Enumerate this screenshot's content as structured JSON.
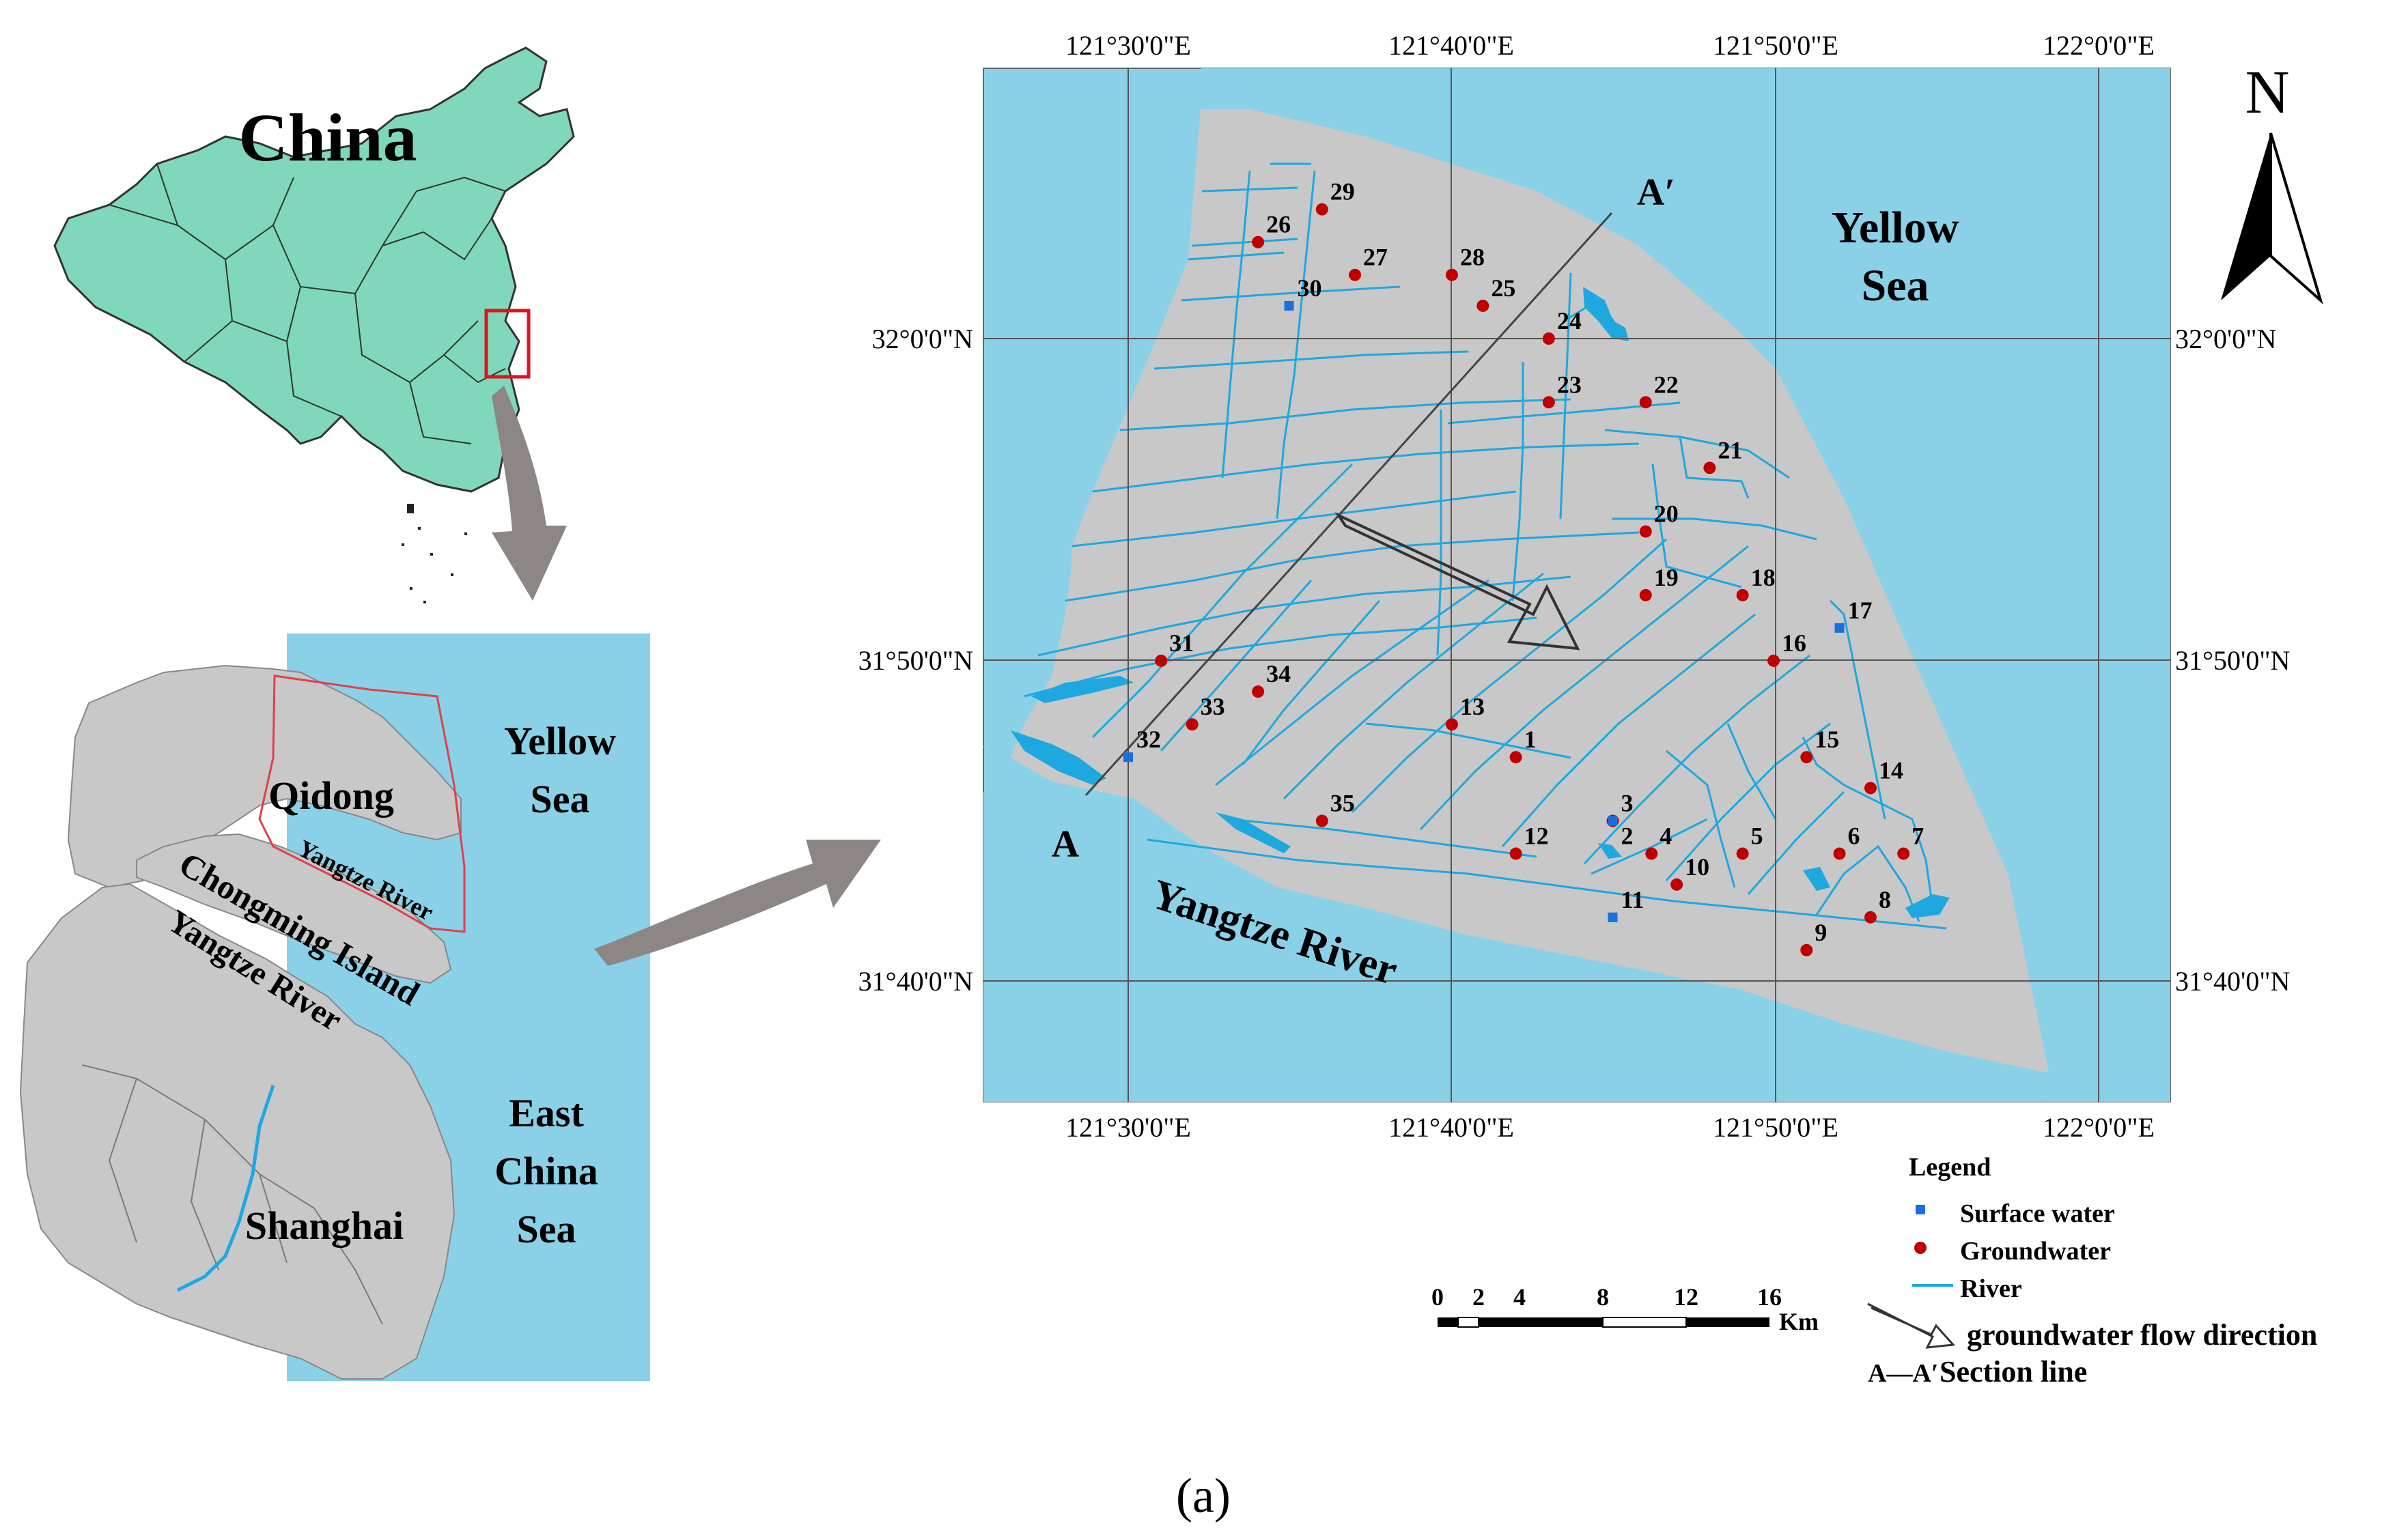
{
  "colors": {
    "sea": "#8ad1e8",
    "land": "#c8c8c8",
    "china": "#7fd8bb",
    "groundwater": "#c00000",
    "surface": "#1a6fe0",
    "river": "#1ea8e0",
    "arrow": "#8c8785"
  },
  "overview": {
    "china_label": "China",
    "labels": {
      "yellow_sea": [
        "Yellow",
        "Sea"
      ],
      "qidong": "Qidong",
      "yangtze_river_upper": "Yangtze River",
      "chongming": "Chongming Island",
      "yangtze_river_lower": "Yangtze River",
      "east_china_sea": [
        "East",
        "China",
        "Sea"
      ],
      "shanghai": "Shanghai"
    }
  },
  "main_map": {
    "top_lon_labels": [
      "121°30'0\"E",
      "121°40'0\"E",
      "121°50'0\"E",
      "122°0'0\"E"
    ],
    "bottom_lon_labels": [
      "121°30'0\"E",
      "121°40'0\"E",
      "121°50'0\"E",
      "122°0'0\"E"
    ],
    "left_lat_labels": [
      "32°0'0\"N",
      "31°50'0\"N",
      "31°40'0\"N"
    ],
    "right_lat_labels": [
      "32°0'0\"N",
      "31°50'0\"N",
      "31°40'0\"N"
    ],
    "labels": {
      "yellow_sea": [
        "Yellow",
        "Sea"
      ],
      "yangtze_river": "Yangtze River",
      "section_a": "A",
      "section_a_prime": "A′"
    },
    "north_label": "N",
    "stations": [
      {
        "id": "1",
        "type": "groundwater",
        "lon": 121.7,
        "lat": 31.783
      },
      {
        "id": "2",
        "type": "groundwater",
        "lon": 121.75,
        "lat": 31.75
      },
      {
        "id": "3",
        "type": "surface",
        "lon": 121.75,
        "lat": 31.75
      },
      {
        "id": "4",
        "type": "groundwater",
        "lon": 121.77,
        "lat": 31.733
      },
      {
        "id": "5",
        "type": "groundwater",
        "lon": 121.817,
        "lat": 31.733
      },
      {
        "id": "6",
        "type": "groundwater",
        "lon": 121.867,
        "lat": 31.733
      },
      {
        "id": "7",
        "type": "groundwater",
        "lon": 121.9,
        "lat": 31.733
      },
      {
        "id": "8",
        "type": "groundwater",
        "lon": 121.883,
        "lat": 31.7
      },
      {
        "id": "9",
        "type": "groundwater",
        "lon": 121.85,
        "lat": 31.683
      },
      {
        "id": "10",
        "type": "groundwater",
        "lon": 121.783,
        "lat": 31.717
      },
      {
        "id": "11",
        "type": "surface",
        "lon": 121.75,
        "lat": 31.7
      },
      {
        "id": "12",
        "type": "groundwater",
        "lon": 121.7,
        "lat": 31.733
      },
      {
        "id": "13",
        "type": "groundwater",
        "lon": 121.667,
        "lat": 31.8
      },
      {
        "id": "14",
        "type": "groundwater",
        "lon": 121.883,
        "lat": 31.767
      },
      {
        "id": "15",
        "type": "groundwater",
        "lon": 121.85,
        "lat": 31.783
      },
      {
        "id": "16",
        "type": "groundwater",
        "lon": 121.833,
        "lat": 31.833
      },
      {
        "id": "17",
        "type": "surface",
        "lon": 121.867,
        "lat": 31.85
      },
      {
        "id": "18",
        "type": "groundwater",
        "lon": 121.817,
        "lat": 31.867
      },
      {
        "id": "19",
        "type": "groundwater",
        "lon": 121.767,
        "lat": 31.867
      },
      {
        "id": "20",
        "type": "groundwater",
        "lon": 121.767,
        "lat": 31.9
      },
      {
        "id": "21",
        "type": "groundwater",
        "lon": 121.8,
        "lat": 31.933
      },
      {
        "id": "22",
        "type": "groundwater",
        "lon": 121.767,
        "lat": 31.967
      },
      {
        "id": "23",
        "type": "groundwater",
        "lon": 121.717,
        "lat": 31.967
      },
      {
        "id": "24",
        "type": "groundwater",
        "lon": 121.717,
        "lat": 32.0
      },
      {
        "id": "25",
        "type": "groundwater",
        "lon": 121.683,
        "lat": 32.017
      },
      {
        "id": "26",
        "type": "groundwater",
        "lon": 121.567,
        "lat": 32.05
      },
      {
        "id": "27",
        "type": "groundwater",
        "lon": 121.617,
        "lat": 32.033
      },
      {
        "id": "28",
        "type": "groundwater",
        "lon": 121.667,
        "lat": 32.033
      },
      {
        "id": "29",
        "type": "groundwater",
        "lon": 121.6,
        "lat": 32.067
      },
      {
        "id": "30",
        "type": "surface",
        "lon": 121.583,
        "lat": 32.017
      },
      {
        "id": "31",
        "type": "groundwater",
        "lon": 121.517,
        "lat": 31.833
      },
      {
        "id": "32",
        "type": "surface",
        "lon": 121.5,
        "lat": 31.783
      },
      {
        "id": "33",
        "type": "groundwater",
        "lon": 121.533,
        "lat": 31.8
      },
      {
        "id": "34",
        "type": "groundwater",
        "lon": 121.567,
        "lat": 31.817
      },
      {
        "id": "35",
        "type": "groundwater",
        "lon": 121.6,
        "lat": 31.75
      }
    ]
  },
  "scalebar": {
    "ticks": [
      "0",
      "2",
      "4",
      "8",
      "12",
      "16"
    ],
    "unit": "Km"
  },
  "legend": {
    "title": "Legend",
    "items": [
      {
        "symbol": "square",
        "label": "Surface water"
      },
      {
        "symbol": "circle",
        "label": "Groundwater"
      },
      {
        "symbol": "line",
        "label": "River"
      },
      {
        "symbol": "arrow",
        "label": "groundwater flow direction"
      },
      {
        "symbol": "section",
        "marker": "A—A′",
        "label": "Section line"
      }
    ]
  },
  "caption": "(a)"
}
